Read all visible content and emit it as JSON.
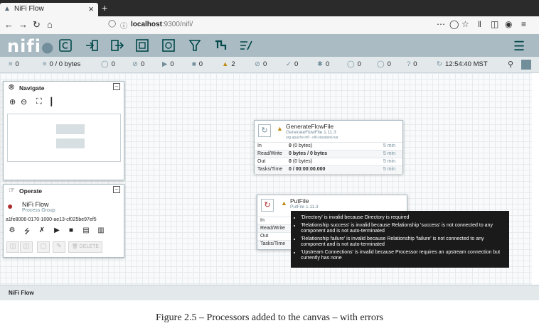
{
  "browser": {
    "tab_title": "NiFi Flow",
    "url_host": "localhost",
    "url_rest": ":9300/nifi/"
  },
  "header": {
    "logo": "nifi"
  },
  "status": {
    "threads": "0",
    "queued": "0 / 0 bytes",
    "transmitting": "0",
    "not_transmitting": "0",
    "running": "0",
    "stopped": "0",
    "invalid": "2",
    "disabled": "0",
    "up_to_date": "0",
    "locally_modified": "0",
    "stale": "0",
    "locally_modified_stale": "0",
    "sync_failure": "0",
    "last_refreshed": "12:54:40 MST"
  },
  "navigate": {
    "title": "Navigate"
  },
  "operate": {
    "title": "Operate",
    "name": "NiFi Flow",
    "type": "Process Group",
    "id": "a1fe8006-0170-1000-ae13-cf025be97ef5",
    "delete_label": "DELETE"
  },
  "processors": [
    {
      "name": "GenerateFlowFile",
      "type": "GenerateFlowFile 1.11.3",
      "bundle": "org.apache.nifi - nifi-standard-nar",
      "rows": [
        {
          "label": "In",
          "value_bold": "0",
          "value_norm": "(0 bytes)",
          "time": "5 min"
        },
        {
          "label": "Read/Write",
          "value_bold": "0 bytes / 0 bytes",
          "value_norm": "",
          "time": "5 min"
        },
        {
          "label": "Out",
          "value_bold": "0",
          "value_norm": "(0 bytes)",
          "time": "5 min"
        },
        {
          "label": "Tasks/Time",
          "value_bold": "0 / 00:00:00.000",
          "value_norm": "",
          "time": "5 min"
        }
      ]
    },
    {
      "name": "PutFile",
      "type": "PutFile 1.11.3",
      "rows": [
        {
          "label": "In"
        },
        {
          "label": "Read/Write"
        },
        {
          "label": "Out"
        },
        {
          "label": "Tasks/Time"
        }
      ]
    }
  ],
  "tooltip": [
    "'Directory' is invalid because Directory is required",
    "'Relationship success' is invalid because Relationship 'success' is not connected to any component and is not auto-terminated",
    "'Relationship failure' is invalid because Relationship 'failure' is not connected to any component and is not auto-terminated",
    "'Upstream Connections' is invalid because Processor requires an upstream connection but currently has none"
  ],
  "footer": {
    "breadcrumb": "NiFi Flow"
  },
  "caption": "Figure 2.5 – Processors added to the canvas – with errors"
}
